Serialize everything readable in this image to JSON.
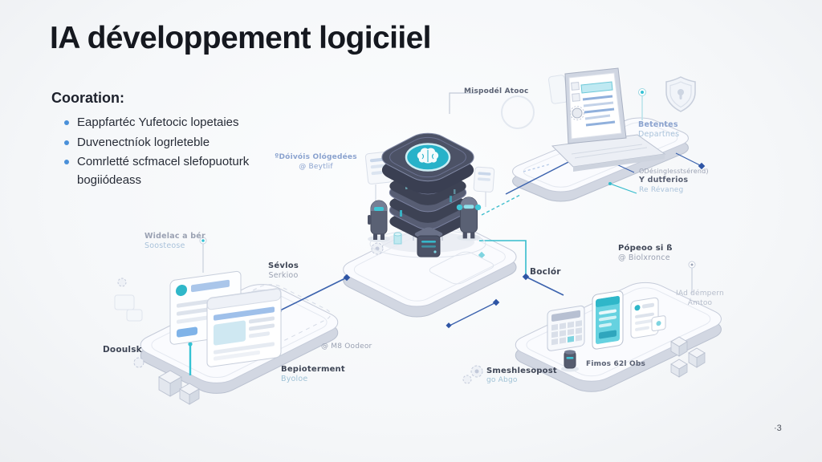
{
  "slide": {
    "title": "IA développement logiciiel",
    "page_number": "·3"
  },
  "list": {
    "heading": "Cooration:",
    "items": [
      "Eappfartéc Yufetocic lopetaies",
      "Duvenectníok logrleteble",
      "Comrletté scfmacel slefopuoturk bogiiódeass"
    ]
  },
  "labels": {
    "model": "Mispodél Atooc",
    "defense_l1": "Betentes",
    "defense_l2": "Departnes",
    "resources_l1": "ODésinglesstsérend)",
    "resources_l2": "Y dutferios",
    "resources_l3": "Re Révaneg",
    "data_l1": "ºDóivóis Ológedées",
    "data_l2": "@ Beytlif",
    "widelac_l1": "Widelac a bér",
    "widelac_l2": "Soosteose",
    "service_l1": "Sévlos",
    "service_l2": "Serkioo",
    "boclor": "Boclór",
    "pipeline_l1": "Pópeoo si ß",
    "pipeline_l2": "@ Biolxronce",
    "iad_l1": "IAd démpern",
    "iad_l2": "Ámtoo",
    "node": "@ M8 Oodeor",
    "doolsk": "Dooulsk",
    "deploy_l1": "Bepioterment",
    "deploy_l2": "Byoloe",
    "smesh_l1": "Smeshlesopost",
    "smesh_l2": "go Abgo",
    "fimos": "Fimos 62l Obs"
  },
  "icons": {
    "brain_icon": "ai-brain chip on tower cap",
    "shield_icon": "security shield outline",
    "laptop_icon": "laptop with code screen",
    "robot_icon": "small hooded robot figures",
    "gear_icon": "ghost gears",
    "cube_icon": "isometric package cubes",
    "bullet_dot_icon": "blue list dot"
  },
  "colors": {
    "accent_teal": "#2fb7c9",
    "accent_blue": "#4a90d9",
    "line_blue": "#3c63ae",
    "tower_slate": "#4c5266",
    "ink": "#15181f",
    "platform_edge": "#c5cbd9"
  }
}
